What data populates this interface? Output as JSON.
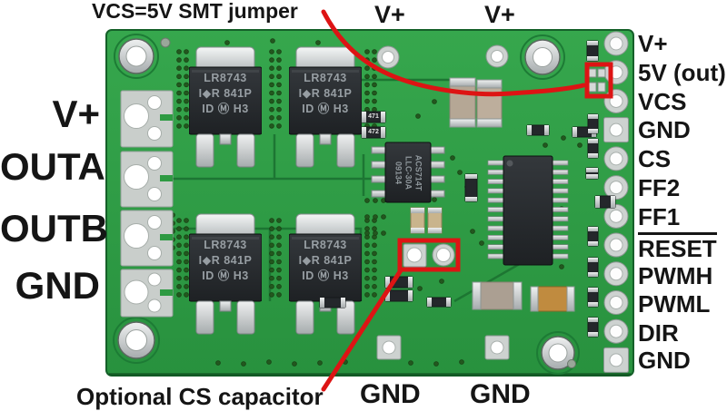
{
  "notes": {
    "top": "VCS=5V SMT jumper",
    "bottom": "Optional CS capacitor"
  },
  "pins": {
    "top": [
      "V+",
      "V+"
    ],
    "left": [
      "V+",
      "OUTA",
      "OUTB",
      "GND"
    ],
    "right": [
      "V+",
      "5V (out)",
      "VCS",
      "GND",
      "CS",
      "FF2",
      "FF1",
      "RESET",
      "PWMH",
      "PWML",
      "DIR",
      "GND"
    ],
    "bottom": [
      "GND",
      "GND"
    ]
  },
  "chips": {
    "mosfet": [
      "LR8743",
      "I◆R 841P",
      "ID Ⓜ H3"
    ],
    "current_sensor": [
      "ACS714T",
      "LLC-30A",
      "09134"
    ],
    "smd_markings": [
      "471",
      "472"
    ]
  },
  "colors": {
    "annotation_red": "#dd1414",
    "board_green": "#2f9b43"
  }
}
